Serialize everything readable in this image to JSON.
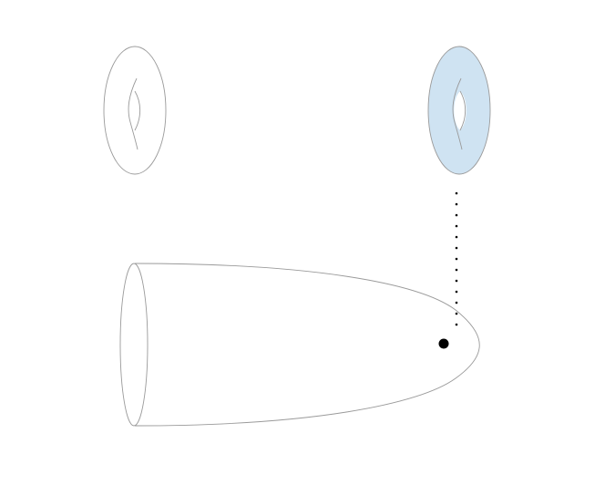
{
  "colors": {
    "background": "#ffffff",
    "outline": "#9a9a9a",
    "fill_highlight": "#cfe3f2",
    "marker": "#000000"
  },
  "shapes": [
    {
      "kind": "torus",
      "style": "outline-only"
    },
    {
      "kind": "torus",
      "style": "filled-light-blue"
    },
    {
      "kind": "half-paraboloid",
      "style": "outline-only"
    }
  ],
  "marker": {
    "kind": "point",
    "style": "solid-black"
  },
  "connector": {
    "kind": "line",
    "style": "dotted",
    "joins": "filled-torus-to-point"
  }
}
